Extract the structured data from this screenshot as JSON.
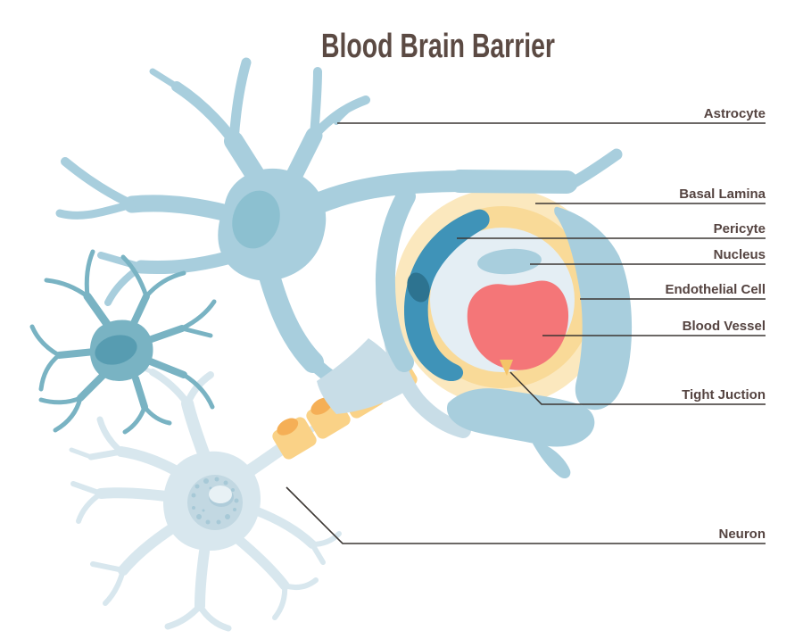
{
  "title": "Blood Brain Barrier",
  "labels": [
    {
      "text": "Astrocyte"
    },
    {
      "text": "Basal Lamina"
    },
    {
      "text": "Pericyte"
    },
    {
      "text": "Nucleus"
    },
    {
      "text": "Endothelial Cell"
    },
    {
      "text": "Blood Vessel"
    },
    {
      "text": "Tight Juction"
    },
    {
      "text": "Neuron"
    }
  ],
  "palette": {
    "title_color": "#5B4A43",
    "label_color": "#554441",
    "line_color": "#3C3733",
    "astrocyte": "#A8CEDD",
    "astrocyte_nucleus": "#8CC0D0",
    "astrocyte_endfoot_light": "#C8DDE7",
    "microglia": "#79B3C3",
    "microglia_nucleus": "#579CB1",
    "neuron": "#D8E7EE",
    "neuron_nucleus": "#C2D8E2",
    "neuron_nucleus_dots": "#A7C9D7",
    "neuron_nucleolus": "#E8F1F5",
    "myelin": "#FAD287",
    "myelin_highlight": "#F5AF56",
    "basal_lamina_outer": "#FBE8BE",
    "basal_lamina_inner": "#F9DA98",
    "endothelial_cytoplasm": "#E4EEF4",
    "endothelial_nucleus": "#A8CEDD",
    "blood_vessel": "#F47678",
    "pericyte": "#3F93B8",
    "pericyte_nucleus": "#2D7390",
    "tight_junction": "#F4C468"
  }
}
